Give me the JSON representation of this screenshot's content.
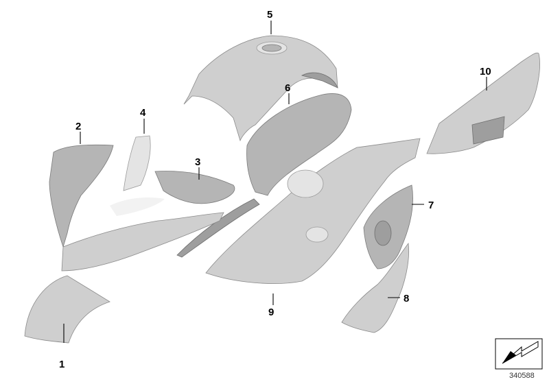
{
  "diagram": {
    "callouts": [
      "1",
      "2",
      "3",
      "4",
      "5",
      "6",
      "7",
      "8",
      "9",
      "10"
    ],
    "diagram_number": "340588"
  }
}
